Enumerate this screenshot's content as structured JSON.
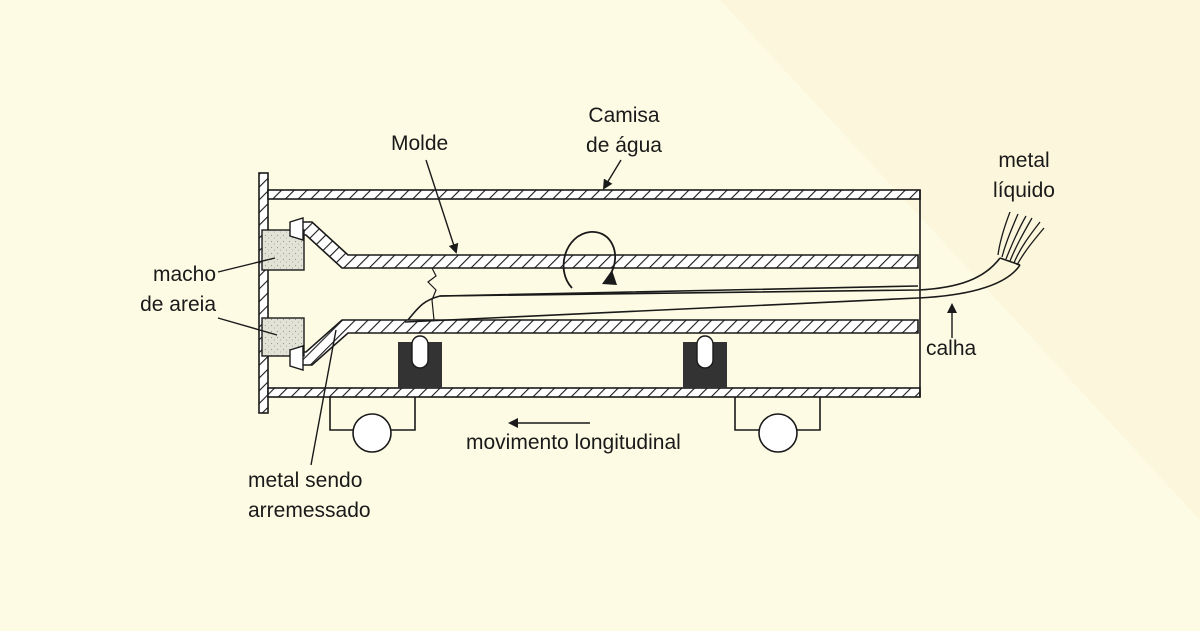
{
  "colors": {
    "background": "#fdfbe4",
    "background_corner": "#fbf6dc",
    "ink": "#1a1a1a",
    "sand": "#e2e2d6",
    "block": "#333333"
  },
  "labels": {
    "camisa_line1": "Camisa",
    "camisa_line2": "de água",
    "molde": "Molde",
    "metal_liquido_line1": "metal",
    "metal_liquido_line2": "líquido",
    "macho_line1": "macho",
    "macho_line2": "de areia",
    "calha": "calha",
    "movimento": "movimento longitudinal",
    "metal_sendo_line1": "metal sendo",
    "metal_sendo_line2": "arremessado"
  }
}
